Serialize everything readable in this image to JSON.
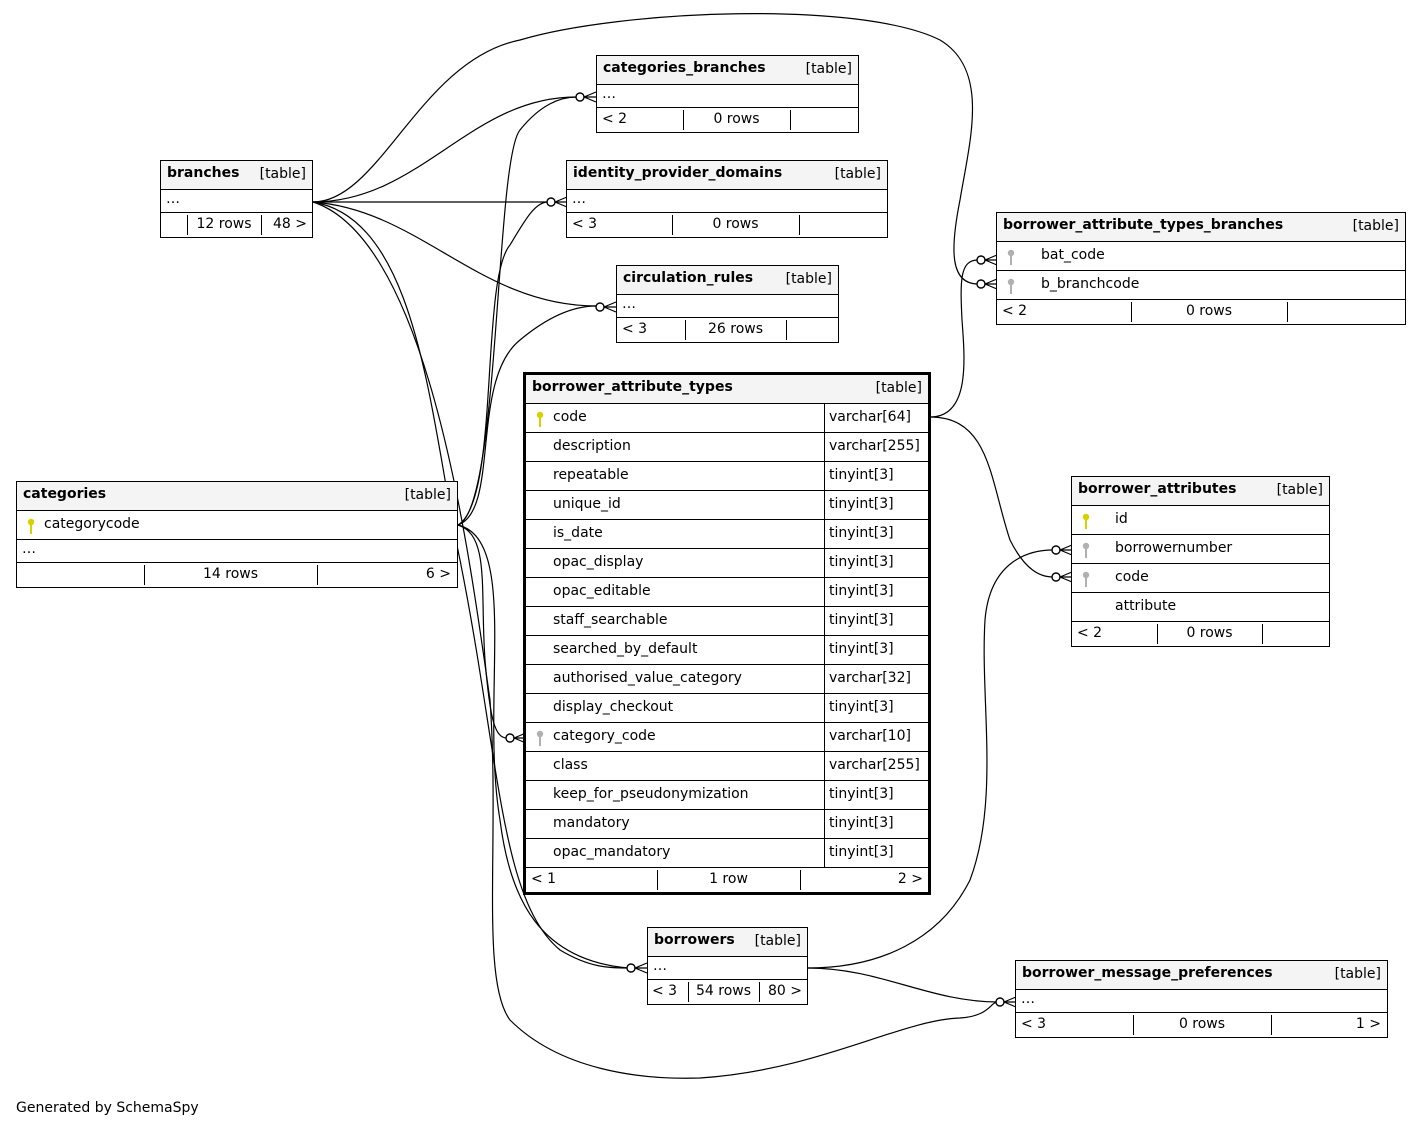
{
  "footer": {
    "credit": "Generated by SchemaSpy"
  },
  "tables": {
    "categories_branches": {
      "name": "categories_branches",
      "kind": "[table]",
      "dots": "…",
      "parents": "< 2",
      "rows": "0 rows",
      "children": ""
    },
    "branches": {
      "name": "branches",
      "kind": "[table]",
      "dots": "…",
      "parents": "",
      "rows": "12 rows",
      "children": "48 >"
    },
    "identity_provider_domains": {
      "name": "identity_provider_domains",
      "kind": "[table]",
      "dots": "…",
      "parents": "< 3",
      "rows": "0 rows",
      "children": ""
    },
    "circulation_rules": {
      "name": "circulation_rules",
      "kind": "[table]",
      "dots": "…",
      "parents": "< 3",
      "rows": "26 rows",
      "children": ""
    },
    "borrower_attribute_types_branches": {
      "name": "borrower_attribute_types_branches",
      "kind": "[table]",
      "columns": [
        "bat_code",
        "b_branchcode"
      ],
      "parents": "< 2",
      "rows": "0 rows",
      "children": ""
    },
    "categories": {
      "name": "categories",
      "kind": "[table]",
      "pk": "categorycode",
      "dots": "…",
      "parents": "",
      "rows": "14 rows",
      "children": "6 >"
    },
    "borrower_attribute_types": {
      "name": "borrower_attribute_types",
      "kind": "[table]",
      "columns": [
        {
          "name": "code",
          "type": "varchar[64]",
          "key": "primary"
        },
        {
          "name": "description",
          "type": "varchar[255]",
          "key": ""
        },
        {
          "name": "repeatable",
          "type": "tinyint[3]",
          "key": ""
        },
        {
          "name": "unique_id",
          "type": "tinyint[3]",
          "key": ""
        },
        {
          "name": "is_date",
          "type": "tinyint[3]",
          "key": ""
        },
        {
          "name": "opac_display",
          "type": "tinyint[3]",
          "key": ""
        },
        {
          "name": "opac_editable",
          "type": "tinyint[3]",
          "key": ""
        },
        {
          "name": "staff_searchable",
          "type": "tinyint[3]",
          "key": ""
        },
        {
          "name": "searched_by_default",
          "type": "tinyint[3]",
          "key": ""
        },
        {
          "name": "authorised_value_category",
          "type": "varchar[32]",
          "key": ""
        },
        {
          "name": "display_checkout",
          "type": "tinyint[3]",
          "key": ""
        },
        {
          "name": "category_code",
          "type": "varchar[10]",
          "key": "foreign"
        },
        {
          "name": "class",
          "type": "varchar[255]",
          "key": ""
        },
        {
          "name": "keep_for_pseudonymization",
          "type": "tinyint[3]",
          "key": ""
        },
        {
          "name": "mandatory",
          "type": "tinyint[3]",
          "key": ""
        },
        {
          "name": "opac_mandatory",
          "type": "tinyint[3]",
          "key": ""
        }
      ],
      "parents": "< 1",
      "rows": "1 row",
      "children": "2 >"
    },
    "borrower_attributes": {
      "name": "borrower_attributes",
      "kind": "[table]",
      "columns": [
        {
          "name": "id",
          "key": "primary"
        },
        {
          "name": "borrowernumber",
          "key": "foreign"
        },
        {
          "name": "code",
          "key": "foreign"
        },
        {
          "name": "attribute",
          "key": ""
        }
      ],
      "parents": "< 2",
      "rows": "0 rows",
      "children": ""
    },
    "borrowers": {
      "name": "borrowers",
      "kind": "[table]",
      "dots": "…",
      "parents": "< 3",
      "rows": "54 rows",
      "children": "80 >"
    },
    "borrower_message_preferences": {
      "name": "borrower_message_preferences",
      "kind": "[table]",
      "dots": "…",
      "parents": "< 3",
      "rows": "0 rows",
      "children": "1 >"
    }
  },
  "colors": {
    "primary_key": "#d8d000",
    "foreign_key": "#b0b0b0",
    "header_bg": "#f4f4f4",
    "line": "#000000"
  }
}
